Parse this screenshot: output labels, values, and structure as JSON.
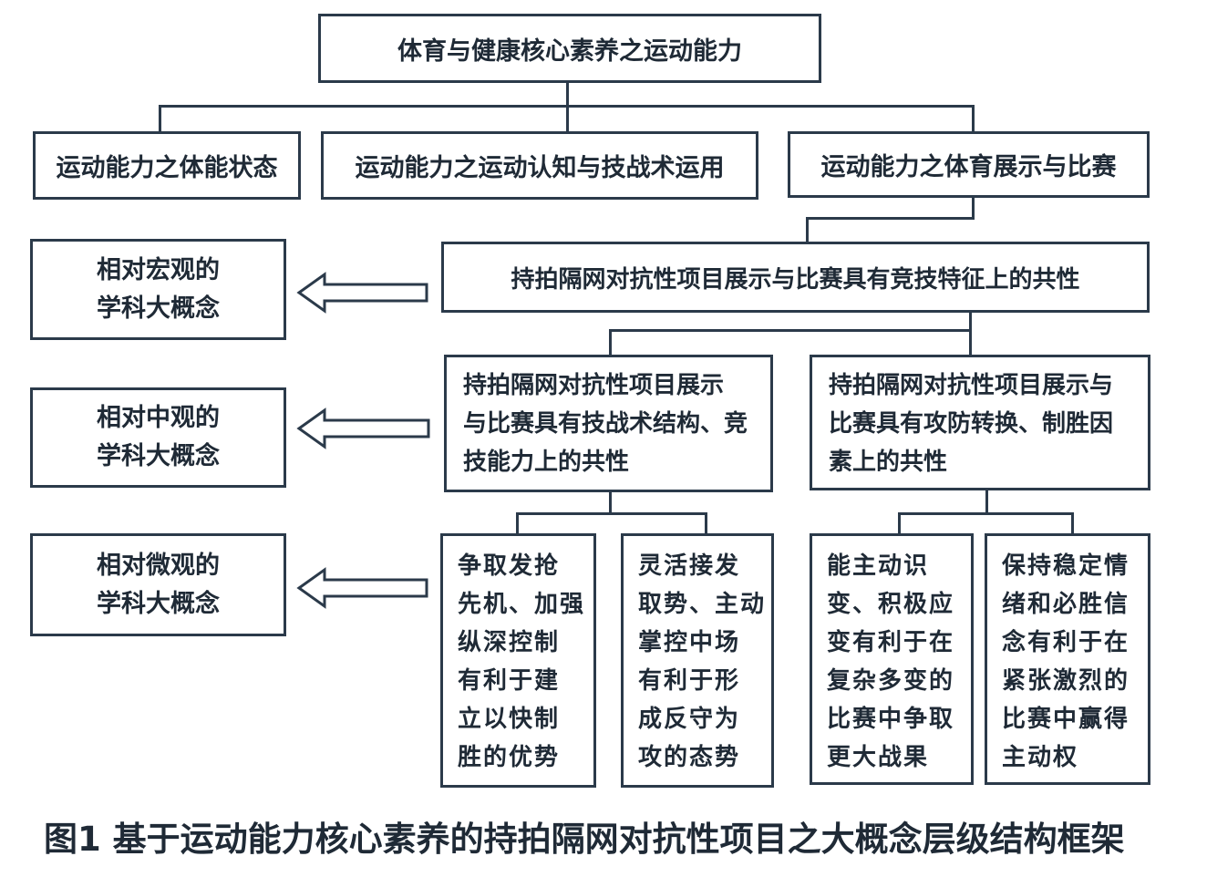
{
  "root": {
    "label": "体育与健康核心素养之运动能力"
  },
  "level1": [
    {
      "label": "运动能力之体能状态"
    },
    {
      "label": "运动能力之运动认知与技战术运用"
    },
    {
      "label": "运动能力之体育展示与比赛"
    }
  ],
  "level2": {
    "label": "持拍隔网对抗性项目展示与比赛具有竞技特征上的共性"
  },
  "level3": [
    {
      "lines": [
        "持拍隔网对抗性项目展示",
        "与比赛具有技战术结构、竞",
        "技能力上的共性"
      ]
    },
    {
      "lines": [
        "持拍隔网对抗性项目展示与",
        "比赛具有攻防转换、制胜因",
        "素上的共性"
      ]
    }
  ],
  "level4": [
    {
      "lines": [
        "争取发抢",
        "先机、加强",
        "纵深控制",
        "有利于建",
        "立以快制",
        "胜的优势"
      ]
    },
    {
      "lines": [
        "灵活接发",
        "取势、主动",
        "掌控中场",
        "有利于形",
        "成反守为",
        "攻的态势"
      ]
    },
    {
      "lines": [
        "能主动识",
        "变、积极应",
        "变有利于在",
        "复杂多变的",
        "比赛中争取",
        "更大战果"
      ]
    },
    {
      "lines": [
        "保持稳定情",
        "绪和必胜信",
        "念有利于在",
        "紧张激烈的",
        "比赛中赢得",
        "主动权"
      ]
    }
  ],
  "scale_labels": [
    {
      "line1": "相对宏观的",
      "line2": "学科大概念"
    },
    {
      "line1": "相对中观的",
      "line2": "学科大概念"
    },
    {
      "line1": "相对微观的",
      "line2": "学科大概念"
    }
  ],
  "caption": "图1  基于运动能力核心素养的持拍隔网对抗性项目之大概念层级结构框架"
}
